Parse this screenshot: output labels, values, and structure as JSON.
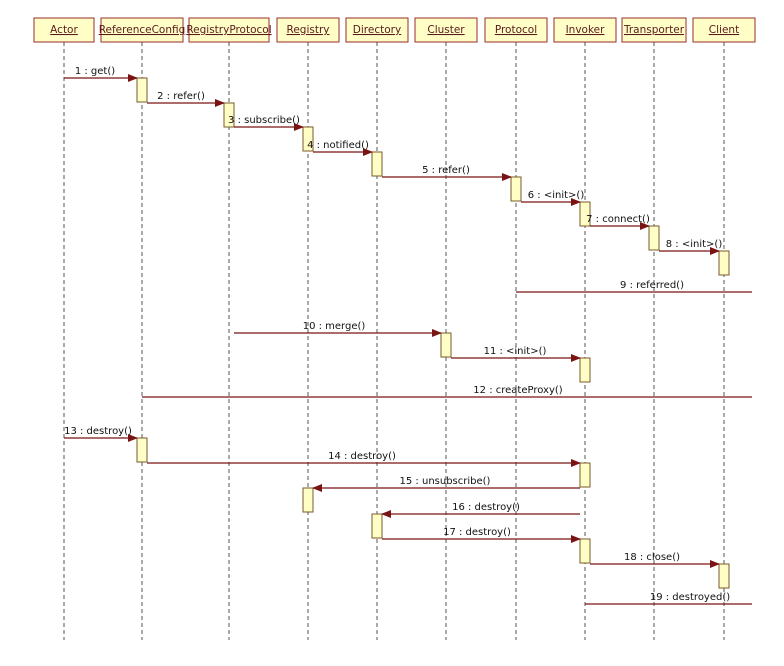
{
  "lifelines": [
    {
      "id": "actor",
      "name": "Actor"
    },
    {
      "id": "referenceconfig",
      "name": "ReferenceConfig"
    },
    {
      "id": "registryprotocol",
      "name": "RegistryProtocol"
    },
    {
      "id": "registry",
      "name": "Registry"
    },
    {
      "id": "directory",
      "name": "Directory"
    },
    {
      "id": "cluster",
      "name": "Cluster"
    },
    {
      "id": "protocol",
      "name": "Protocol"
    },
    {
      "id": "invoker",
      "name": "Invoker"
    },
    {
      "id": "transporter",
      "name": "Transporter"
    },
    {
      "id": "client",
      "name": "Client"
    }
  ],
  "messages": [
    {
      "label": "1 : get()",
      "from": "actor",
      "to": "referenceconfig"
    },
    {
      "label": "2 : refer()",
      "from": "referenceconfig",
      "to": "registryprotocol"
    },
    {
      "label": "3 : subscribe()",
      "from": "registryprotocol",
      "to": "registry"
    },
    {
      "label": "4 : notified()",
      "from": "registry",
      "to": "directory"
    },
    {
      "label": "5 : refer()",
      "from": "directory",
      "to": "protocol"
    },
    {
      "label": "6 : <init>()",
      "from": "protocol",
      "to": "invoker"
    },
    {
      "label": "7 : connect()",
      "from": "invoker",
      "to": "transporter"
    },
    {
      "label": "8 : <init>()",
      "from": "transporter",
      "to": "client"
    },
    {
      "label": "9 : referred()",
      "from": "client",
      "to": "protocol"
    },
    {
      "label": "10 : merge()",
      "from": "registryprotocol",
      "to": "cluster"
    },
    {
      "label": "11 : <init>()",
      "from": "cluster",
      "to": "invoker"
    },
    {
      "label": "12 : createProxy()",
      "from": "client",
      "to": "referenceconfig"
    },
    {
      "label": "13 : destroy()",
      "from": "actor",
      "to": "referenceconfig"
    },
    {
      "label": "14 : destroy()",
      "from": "referenceconfig",
      "to": "invoker"
    },
    {
      "label": "15 : unsubscribe()",
      "from": "invoker",
      "to": "registry"
    },
    {
      "label": "16 : destroy()",
      "from": "invoker",
      "to": "directory"
    },
    {
      "label": "17 : destroy()",
      "from": "directory",
      "to": "invoker"
    },
    {
      "label": "18 : close()",
      "from": "invoker",
      "to": "client"
    },
    {
      "label": "19 : destroyed()",
      "from": "client",
      "to": "invoker"
    }
  ]
}
